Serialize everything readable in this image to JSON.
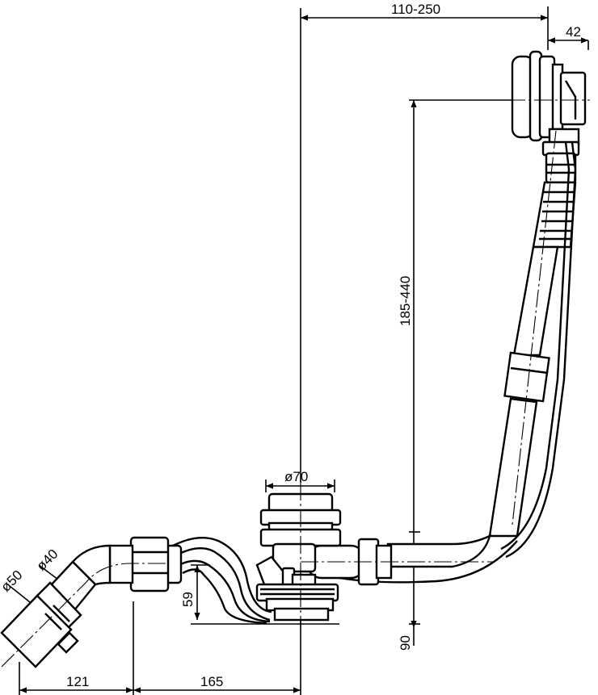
{
  "dimensions": {
    "overflow_offset": "110-250",
    "overflow_width": "42",
    "overflow_height": "185-440",
    "drain_diameter": "ø70",
    "outlet_diameter_small": "ø40",
    "outlet_diameter_large": "ø50",
    "drain_height": "59",
    "base_height": "90",
    "outlet_offset": "121",
    "drain_offset": "165"
  }
}
